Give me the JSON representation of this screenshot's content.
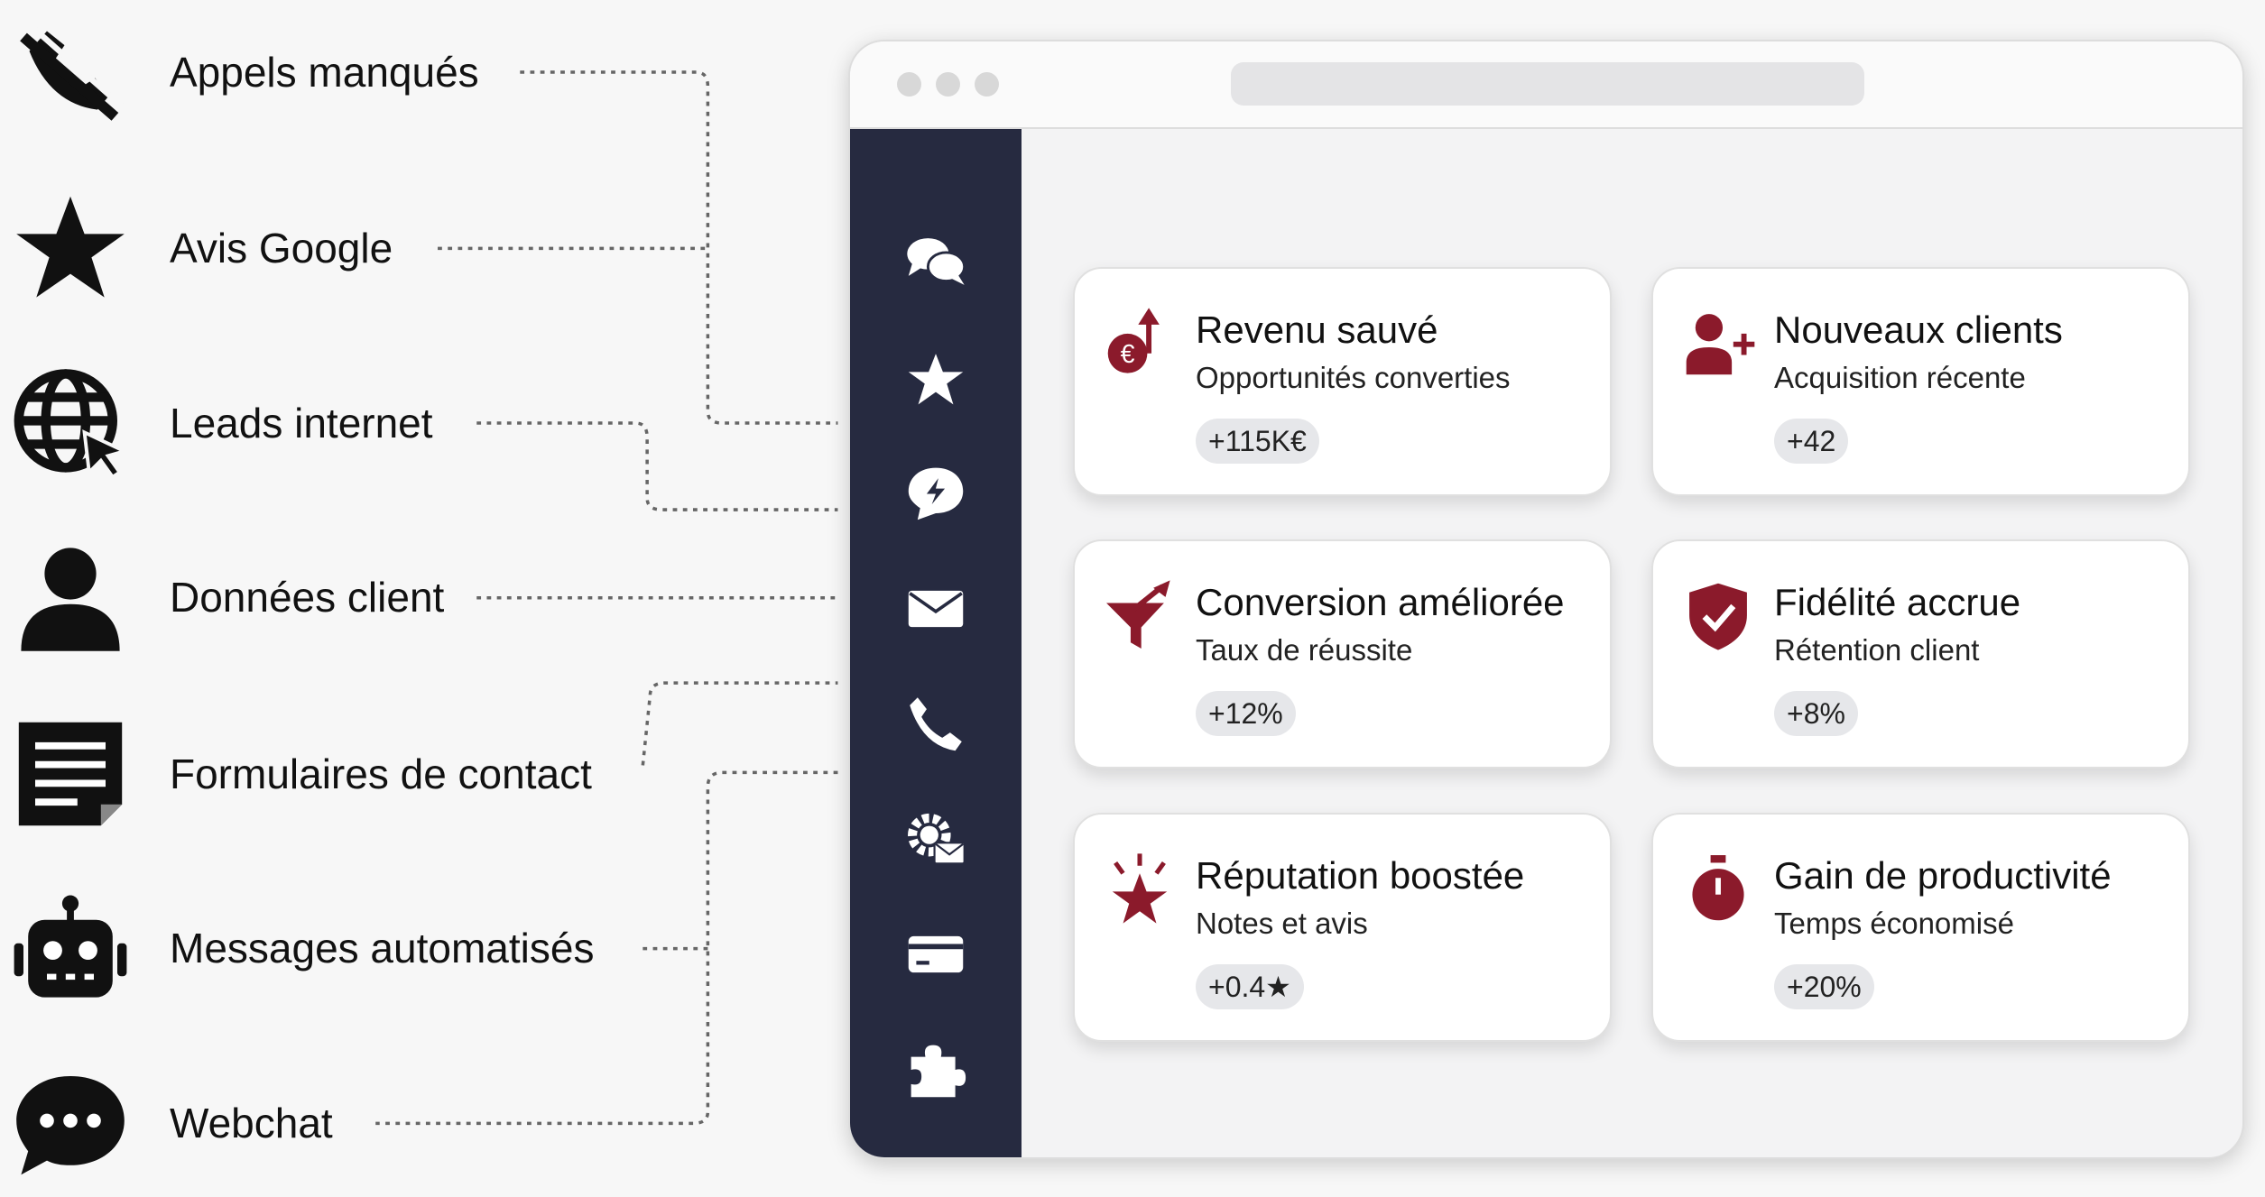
{
  "features": [
    {
      "label": "Appels manqués",
      "icon": "missed-call-icon"
    },
    {
      "label": "Avis Google",
      "icon": "star-icon"
    },
    {
      "label": "Leads internet",
      "icon": "globe-cursor-icon"
    },
    {
      "label": "Données client",
      "icon": "user-icon"
    },
    {
      "label": "Formulaires de contact",
      "icon": "form-icon"
    },
    {
      "label": "Messages automatisés",
      "icon": "robot-icon"
    },
    {
      "label": "Webchat",
      "icon": "chat-bubble-icon"
    }
  ],
  "sidebar": [
    "chat-icon",
    "star-icon",
    "messenger-icon",
    "mail-icon",
    "phone-icon",
    "automation-icon",
    "card-icon",
    "puzzle-icon"
  ],
  "cards": [
    {
      "title": "Revenu sauvé",
      "subtitle": "Opportunités converties",
      "badge": "+115K€",
      "icon": "euro-up-icon"
    },
    {
      "title": "Nouveaux clients",
      "subtitle": "Acquisition récente",
      "badge": "+42",
      "icon": "user-plus-icon"
    },
    {
      "title": "Conversion améliorée",
      "subtitle": "Taux de réussite",
      "badge": "+12%",
      "icon": "funnel-icon"
    },
    {
      "title": "Fidélité accrue",
      "subtitle": "Rétention client",
      "badge": "+8%",
      "icon": "shield-check-icon"
    },
    {
      "title": "Réputation boostée",
      "subtitle": "Notes et avis",
      "badge": "+0.4★",
      "icon": "star-burst-icon"
    },
    {
      "title": "Gain de productivité",
      "subtitle": "Temps économisé",
      "badge": "+20%",
      "icon": "stopwatch-icon"
    }
  ],
  "colors": {
    "accent": "#8b1a2b",
    "sidebar": "#262a40"
  }
}
